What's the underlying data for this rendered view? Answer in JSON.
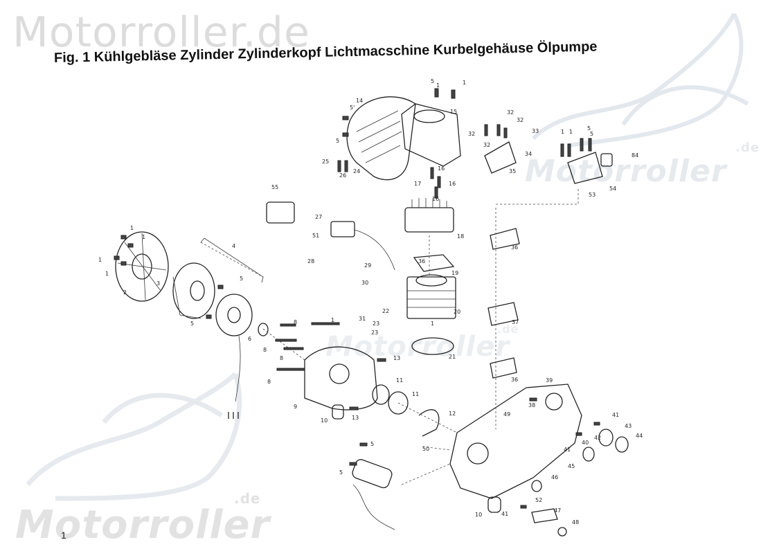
{
  "watermark": {
    "top": "Motorroller.de",
    "right": "Motorroller",
    "right_suffix": ".de",
    "middle": "Motorroller",
    "middle_suffix": ".de",
    "bottom": "Motorroller",
    "bottom_suffix": ".de"
  },
  "title": "Fig. 1 Kühlgebläse Zylinder Zylinderkopf Lichtmacschine Kurbelgehäuse Ölpumpe",
  "page_number": "1",
  "part_labels": [
    "1",
    "1",
    "1",
    "1",
    "1",
    "1",
    "1",
    "1",
    "1",
    "1",
    "2",
    "3",
    "4",
    "5",
    "5",
    "5",
    "5'",
    "5",
    "5",
    "5",
    "5",
    "5",
    "6",
    "8",
    "8",
    "8",
    "8",
    "9",
    "10",
    "10",
    "11",
    "11",
    "12",
    "13",
    "13",
    "14",
    "15",
    "16",
    "16",
    "16",
    "17",
    "18",
    "19",
    "20",
    "21",
    "22",
    "23",
    "23",
    "24",
    "25",
    "26",
    "27",
    "28",
    "29",
    "30",
    "31",
    "32",
    "32",
    "32",
    "32",
    "33",
    "34",
    "35",
    "36",
    "36",
    "36",
    "37",
    "38",
    "39",
    "40",
    "41",
    "41",
    "41",
    "42",
    "43",
    "44",
    "45",
    "46",
    "47",
    "48",
    "49",
    "50",
    "51",
    "52",
    "53",
    "54",
    "55",
    "84"
  ],
  "colors": {
    "ink": "#222222",
    "watermark": "#e4e4e4",
    "background": "#ffffff"
  }
}
